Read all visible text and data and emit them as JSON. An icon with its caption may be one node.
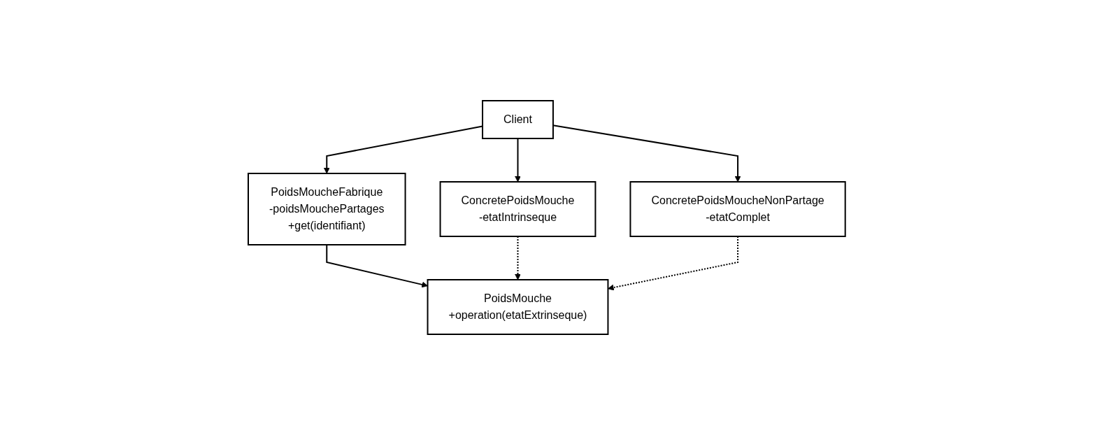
{
  "diagram": {
    "nodes": [
      {
        "text": [
          "PoidsMoucheFabrique",
          "-poidsMouchePartages",
          "+get(identifiant)"
        ]
      },
      {
        "text": [
          "PoidsMouche",
          "+operation(etatExtrinseque)"
        ]
      },
      {
        "text": [
          "ConcretePoidsMouche",
          "-etatIntrinseque"
        ]
      },
      {
        "text": [
          "Client"
        ]
      },
      {
        "text": [
          "ConcretePoidsMoucheNonPartage",
          "-etatComplet"
        ]
      }
    ],
    "edges": [
      {
        "from": 0,
        "to": 1,
        "arrow": "to"
      },
      {
        "from": 2,
        "to": 1,
        "arrow": "to",
        "style": "dashed"
      },
      {
        "from": 4,
        "to": 1,
        "arrow": "to",
        "style": "dashed"
      },
      {
        "from": 3,
        "to": 0,
        "arrow": "to"
      },
      {
        "from": 3,
        "to": 2,
        "arrow": "to"
      },
      {
        "from": 3,
        "to": 4,
        "arrow": "to"
      }
    ]
  }
}
